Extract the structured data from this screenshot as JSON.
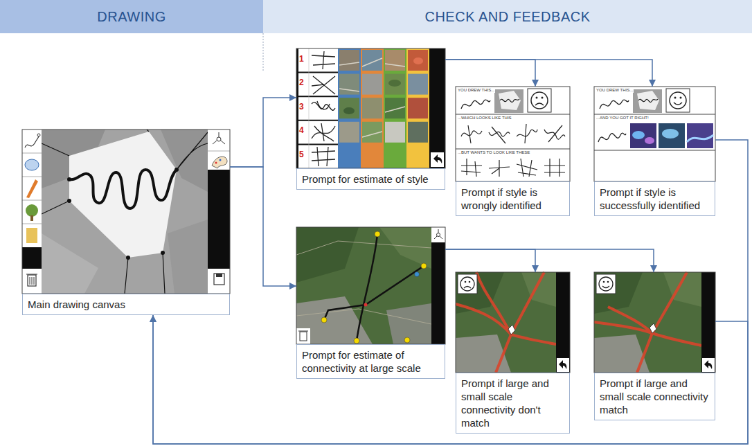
{
  "diagram": {
    "nodes": [
      {
        "text": [
          "DRAWING"
        ]
      },
      {
        "text": [
          "CHECK AND FEEDBACK"
        ]
      },
      {
        "text": [
          "Main drawing canvas"
        ]
      },
      {
        "text": [
          "Prompt for estimate of style"
        ]
      },
      {
        "text": [
          "Prompt if style is wrongly identified"
        ]
      },
      {
        "text": [
          "Prompt if style is successfully identified"
        ]
      },
      {
        "text": [
          "Prompt for estimate of connectivity at large scale"
        ]
      },
      {
        "text": [
          "Prompt if large and small scale connectivity don't match"
        ]
      },
      {
        "text": [
          "Prompt if large and small scale connectivity match"
        ]
      }
    ],
    "edges": [
      {
        "from": 2,
        "to": 3,
        "arrow": "to"
      },
      {
        "from": 2,
        "to": 6,
        "arrow": "to"
      },
      {
        "from": 3,
        "to": 4,
        "arrow": "to"
      },
      {
        "from": 3,
        "to": 5,
        "arrow": "to"
      },
      {
        "from": 6,
        "to": 7,
        "arrow": "to"
      },
      {
        "from": 6,
        "to": 8,
        "arrow": "to"
      },
      {
        "from": 5,
        "to": 2,
        "arrow": "to"
      },
      {
        "from": 8,
        "to": 2,
        "arrow": "to"
      }
    ],
    "labels": [
      "1",
      "2",
      "3",
      "4",
      "5",
      "YOU DREW THIS...",
      "...WHICH LOOKS LIKE THIS",
      "...BUT WANTS TO LOOK LIKE THESE",
      "YOU DREW THIS...",
      "...AND YOU GOT IT RIGHT!"
    ]
  }
}
